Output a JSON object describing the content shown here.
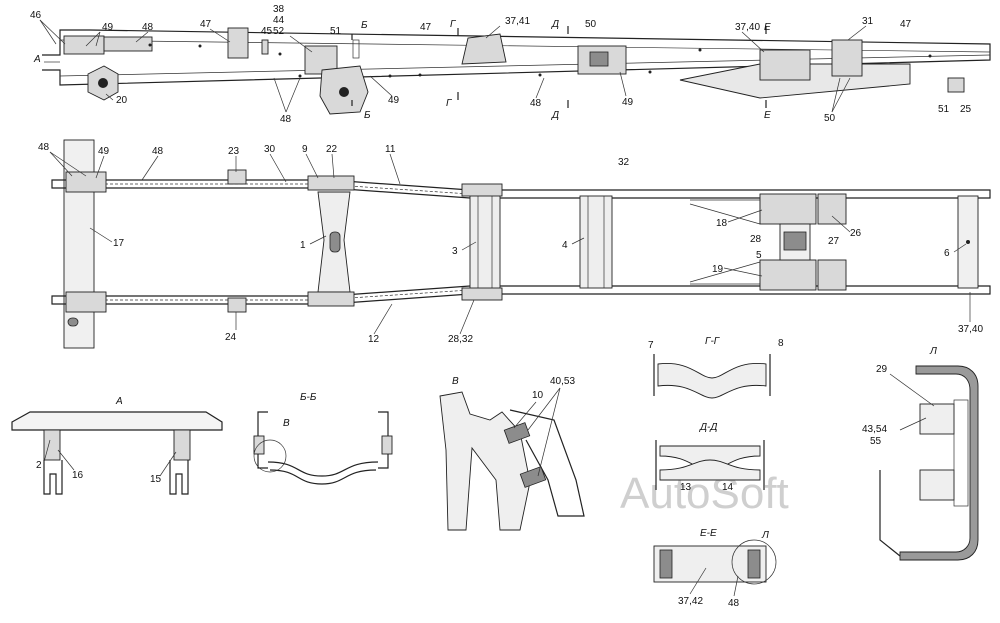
{
  "watermark": "AutoSoft",
  "views": {
    "side": {
      "section_marks": [
        "А",
        "Б",
        "Б",
        "Г",
        "Г",
        "Д",
        "Д",
        "Е",
        "Е"
      ]
    },
    "A": {
      "title": "А"
    },
    "BB": {
      "title": "Б-Б",
      "callout": "В"
    },
    "V": {
      "title": "В"
    },
    "GG": {
      "title": "Г-Г"
    },
    "DD": {
      "title": "Д-Д"
    },
    "EE": {
      "title": "Е-Е",
      "callout": "Л"
    },
    "L": {
      "title": "Л"
    }
  },
  "labels": {
    "side": [
      "46",
      "49",
      "48",
      "47",
      "38",
      "44",
      "52",
      "45",
      "51",
      "Б",
      "47",
      "Г",
      "37,41",
      "Д",
      "50",
      "37,40",
      "Е",
      "31",
      "47",
      "20",
      "48",
      "49",
      "Б",
      "Г",
      "48",
      "Д",
      "49",
      "Е",
      "50",
      "51",
      "25"
    ],
    "plan": [
      "48",
      "49",
      "48",
      "23",
      "30",
      "9",
      "22",
      "11",
      "32",
      "17",
      "1",
      "3",
      "4",
      "18",
      "26",
      "28",
      "27",
      "5",
      "19",
      "6",
      "24",
      "12",
      "28,32",
      "37,40"
    ],
    "A": [
      "2",
      "16",
      "15"
    ],
    "V": [
      "40,53",
      "10"
    ],
    "GG": [
      "7",
      "8"
    ],
    "DD": [
      "13",
      "14"
    ],
    "EE": [
      "37,42",
      "48"
    ],
    "L": [
      "29",
      "43,54",
      "55"
    ]
  }
}
